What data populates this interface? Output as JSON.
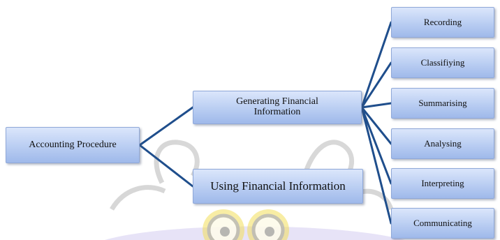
{
  "diagram": {
    "root": {
      "label": "Accounting Procedure"
    },
    "branches": [
      {
        "label": "Generating Financial Information"
      },
      {
        "label": "Using Financial Information"
      }
    ],
    "leaves": [
      {
        "label": "Recording"
      },
      {
        "label": "Classifiying"
      },
      {
        "label": "Summarising"
      },
      {
        "label": "Analysing"
      },
      {
        "label": "Interpreting"
      },
      {
        "label": "Communicating"
      }
    ]
  },
  "colors": {
    "connector": "#1f4e8c",
    "node_fill_top": "#dbe6fb",
    "node_fill_bottom": "#9fb9ea",
    "watermark_gray": "#b8b8b8",
    "watermark_yellow": "#f2df5a",
    "watermark_purple": "#c9c1ee"
  }
}
